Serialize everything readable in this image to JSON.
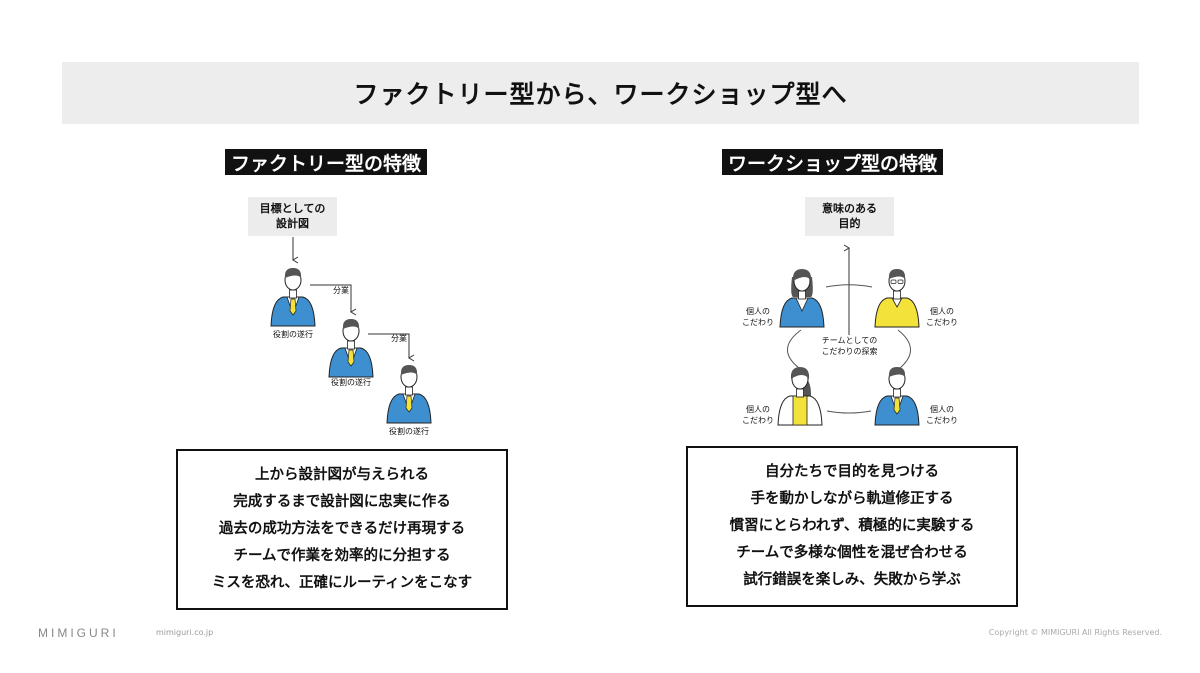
{
  "title": "ファクトリー型から、ワークショップ型へ",
  "factory": {
    "heading": "ファクトリー型の特徴",
    "top_box": [
      "目標としての",
      "設計図"
    ],
    "role_label": "役割の遂行",
    "split_label": "分業",
    "list": [
      "上から設計図が与えられる",
      "完成するまで設計図に忠実に作る",
      "過去の成功方法をできるだけ再現する",
      "チームで作業を効率的に分担する",
      "ミスを恐れ、正確にルーティンをこなす"
    ]
  },
  "workshop": {
    "heading": "ワークショップ型の特徴",
    "top_box": [
      "意味のある",
      "目的"
    ],
    "individual_label": [
      "個人の",
      "こだわり"
    ],
    "center_label": [
      "チームとしての",
      "こだわりの探索"
    ],
    "list": [
      "自分たちで目的を見つける",
      "手を動かしながら軌道修正する",
      "慣習にとらわれず、積極的に実験する",
      "チームで多様な個性を混ぜ合わせる",
      "試行錯誤を楽しみ、失敗から学ぶ"
    ]
  },
  "footer": {
    "brand": "MIMIGURI",
    "url": "mimiguri.co.jp",
    "copyright": "Copyright © MIMIGURI All Rights Reserved."
  },
  "colors": {
    "suit_blue": "#3d8fd0",
    "accent_yellow": "#f2e23a",
    "title_bg": "#ededed"
  },
  "icons": [
    "businessman-icon",
    "businesswoman-icon",
    "arrow-icon"
  ]
}
